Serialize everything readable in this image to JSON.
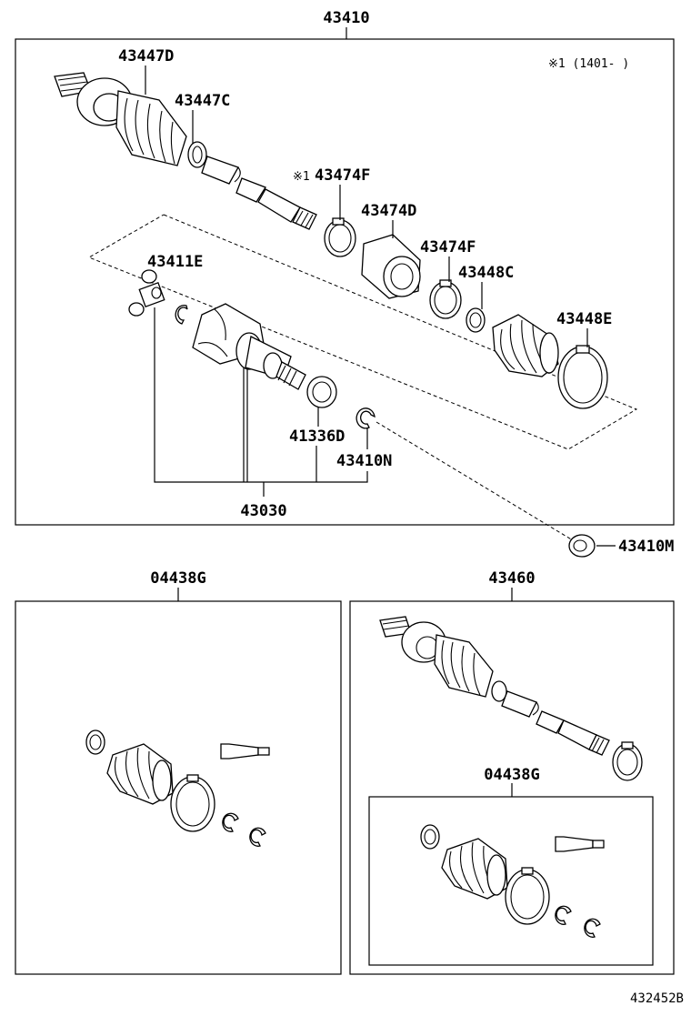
{
  "diagram": {
    "labels": {
      "assembly_top": "43410",
      "boot_outer": "43447D",
      "clamp_outer_small": "43447C",
      "note_clamp": "※1",
      "clamp_43474f_a": "43474F",
      "damper": "43474D",
      "clamp_43474f_b": "43474F",
      "clamp_inner_small": "43448C",
      "tripod": "43411E",
      "boot_inner": "43448E",
      "seal": "41336D",
      "snap_ring": "43410N",
      "inner_joint_assy": "43030",
      "bearing": "43410M",
      "boot_kit_left": "04438G",
      "assembly_right": "43460",
      "boot_kit_right": "04438G"
    },
    "note": "※1 (1401-    )",
    "reference_code": "432452B"
  }
}
